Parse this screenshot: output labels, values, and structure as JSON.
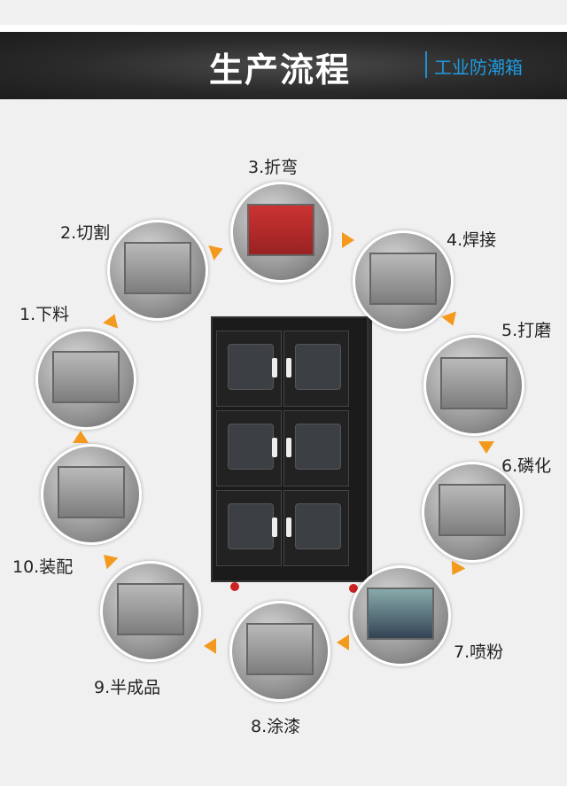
{
  "header": {
    "title": "生产流程",
    "subtitle": "工业防潮箱"
  },
  "steps": [
    {
      "label": "1.下料"
    },
    {
      "label": "2.切割"
    },
    {
      "label": "3.折弯"
    },
    {
      "label": "4.焊接"
    },
    {
      "label": "5.打磨"
    },
    {
      "label": "6.磷化"
    },
    {
      "label": "7.喷粉"
    },
    {
      "label": "8.涂漆"
    },
    {
      "label": "9.半成品"
    },
    {
      "label": "10.装配"
    }
  ],
  "colors": {
    "accent": "#1f9be0",
    "arrow": "#f39a1e"
  }
}
